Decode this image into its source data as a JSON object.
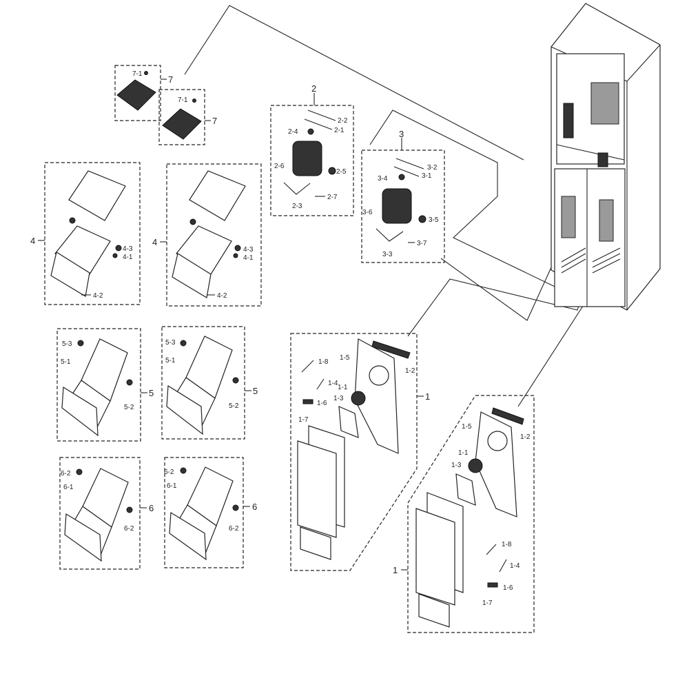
{
  "labels": {
    "assy1": "1",
    "assy2": "2",
    "assy3": "3",
    "assy4": "4",
    "assy5": "5",
    "assy6": "6",
    "assy7": "7",
    "p1_1": "1-1",
    "p1_2": "1-2",
    "p1_3": "1-3",
    "p1_4": "1-4",
    "p1_5": "1-5",
    "p1_6": "1-6",
    "p1_7": "1-7",
    "p1_8": "1-8",
    "p2_1": "2-1",
    "p2_2": "2-2",
    "p2_3": "2-3",
    "p2_4": "2-4",
    "p2_5": "2-5",
    "p2_6": "2-6",
    "p2_7": "2-7",
    "p3_1": "3-1",
    "p3_2": "3-2",
    "p3_3": "3-3",
    "p3_4": "3-4",
    "p3_5": "3-5",
    "p3_6": "3-6",
    "p3_7": "3-7",
    "p4_1": "4-1",
    "p4_2": "4-2",
    "p4_3": "4-3",
    "p5_1": "5-1",
    "p5_2": "5-2",
    "p5_3": "5-3",
    "p6_1": "6-1",
    "p6_2": "6-2",
    "p7_1": "7-1"
  }
}
